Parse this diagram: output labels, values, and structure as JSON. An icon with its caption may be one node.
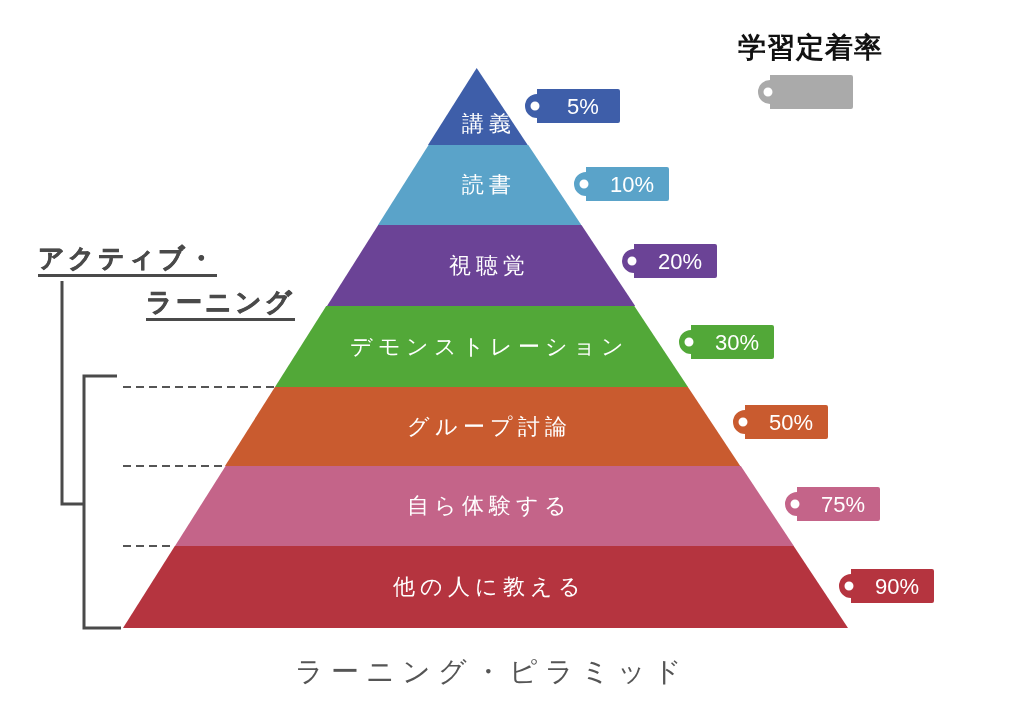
{
  "diagram": {
    "caption": "ラーニング・ピラミッド",
    "nodes": [
      {
        "text": [
          "講義"
        ]
      },
      {
        "text": [
          "5%"
        ]
      },
      {
        "text": [
          "読書"
        ]
      },
      {
        "text": [
          "10%"
        ]
      },
      {
        "text": [
          "視聴覚"
        ]
      },
      {
        "text": [
          "20%"
        ]
      },
      {
        "text": [
          "デモンストレーション"
        ]
      },
      {
        "text": [
          "30%"
        ]
      },
      {
        "text": [
          "グループ討論"
        ]
      },
      {
        "text": [
          "50%"
        ]
      },
      {
        "text": [
          "自ら体験する"
        ]
      },
      {
        "text": [
          "75%"
        ]
      },
      {
        "text": [
          "他の人に教える"
        ]
      },
      {
        "text": [
          "90%"
        ]
      }
    ],
    "labels": [
      "アクティブ・ラーニング"
    ],
    "legend": [
      {
        "text": "学習定着率"
      }
    ]
  }
}
